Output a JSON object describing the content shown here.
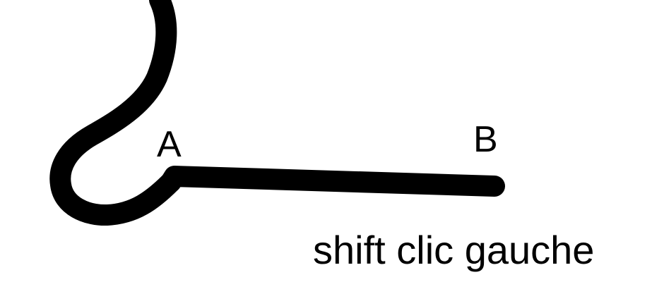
{
  "diagram": {
    "point_a_label": "A",
    "point_b_label": "B",
    "caption": "shift clic gauche",
    "stroke_color": "#000000",
    "background_color": "#ffffff"
  }
}
